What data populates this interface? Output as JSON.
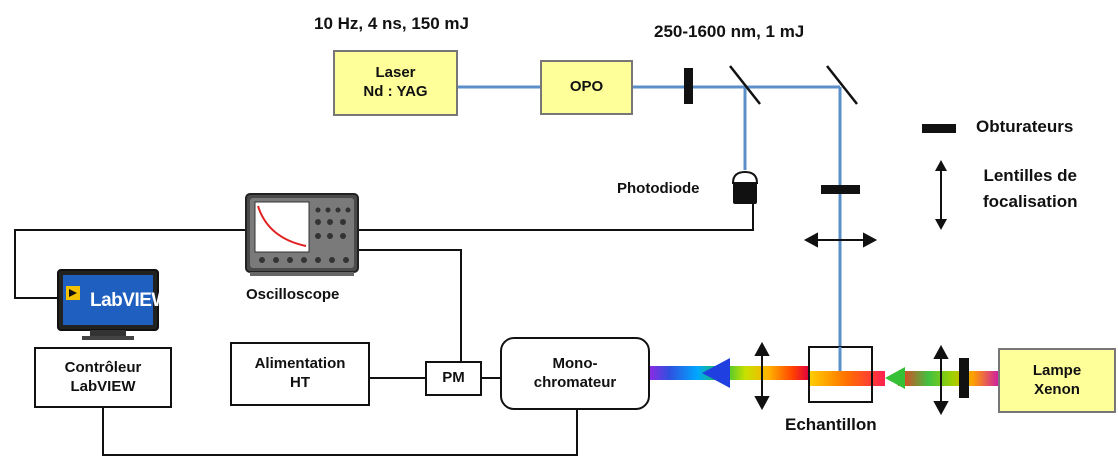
{
  "title_laser_params": "10 Hz, 4 ns, 150 mJ",
  "title_opo_params": "250-1600 nm, 1 mJ",
  "laser": {
    "line1": "Laser",
    "line2": "Nd : YAG"
  },
  "opo": {
    "label": "OPO"
  },
  "photodiode": {
    "label": "Photodiode"
  },
  "oscilloscope": {
    "label": "Oscilloscope"
  },
  "monitor": {
    "screen_text": "LabVIEW"
  },
  "controller": {
    "line1": "Contrôleur",
    "line2": "LabVIEW"
  },
  "alimentation": {
    "line1": "Alimentation",
    "line2": "HT"
  },
  "pm": {
    "label": "PM"
  },
  "monochromator": {
    "line1": "Mono-",
    "line2": "chromateur"
  },
  "sample": {
    "label": "Echantillon"
  },
  "lamp": {
    "line1": "Lampe",
    "line2": "Xenon"
  },
  "legend": {
    "shutters": "Obturateurs",
    "lenses_line1": "Lentilles de",
    "lenses_line2": "focalisation"
  },
  "colors": {
    "beam": "#5b8fc9",
    "cable": "#111111",
    "box_fill": "#ffff99",
    "arrow_head": "#1f3fe0"
  }
}
